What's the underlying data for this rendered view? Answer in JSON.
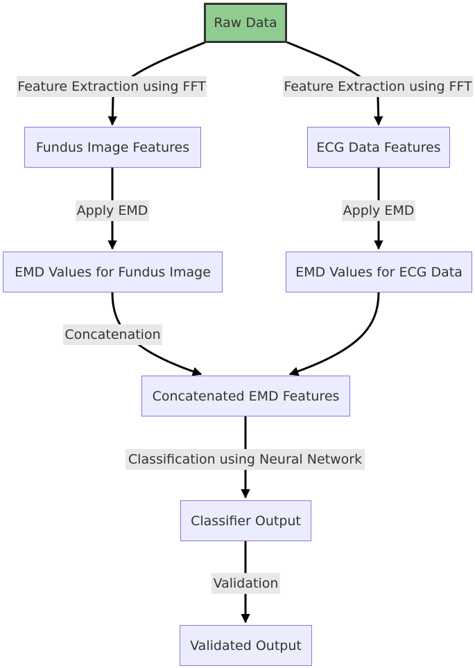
{
  "colors": {
    "root_fill": "#90cc90",
    "node_fill": "#ececff",
    "node_border": "#9370db",
    "edge_label_bg": "#e8e8e8",
    "edge": "#000000"
  },
  "nodes": {
    "raw_data": "Raw Data",
    "fundus_features": "Fundus Image Features",
    "ecg_features": "ECG Data Features",
    "emd_fundus": "EMD Values for Fundus Image",
    "emd_ecg": "EMD Values for ECG Data",
    "concatenated": "Concatenated EMD Features",
    "classifier_output": "Classifier Output",
    "validated_output": "Validated Output"
  },
  "edges": {
    "raw_to_fundus": "Feature Extraction using FFT",
    "raw_to_ecg": "Feature Extraction using FFT",
    "fundus_to_emd": "Apply EMD",
    "ecg_to_emd": "Apply EMD",
    "emd_fundus_to_concat": "Concatenation",
    "emd_ecg_to_concat": "",
    "concat_to_classifier": "Classification using Neural Network",
    "classifier_to_validated": "Validation"
  }
}
